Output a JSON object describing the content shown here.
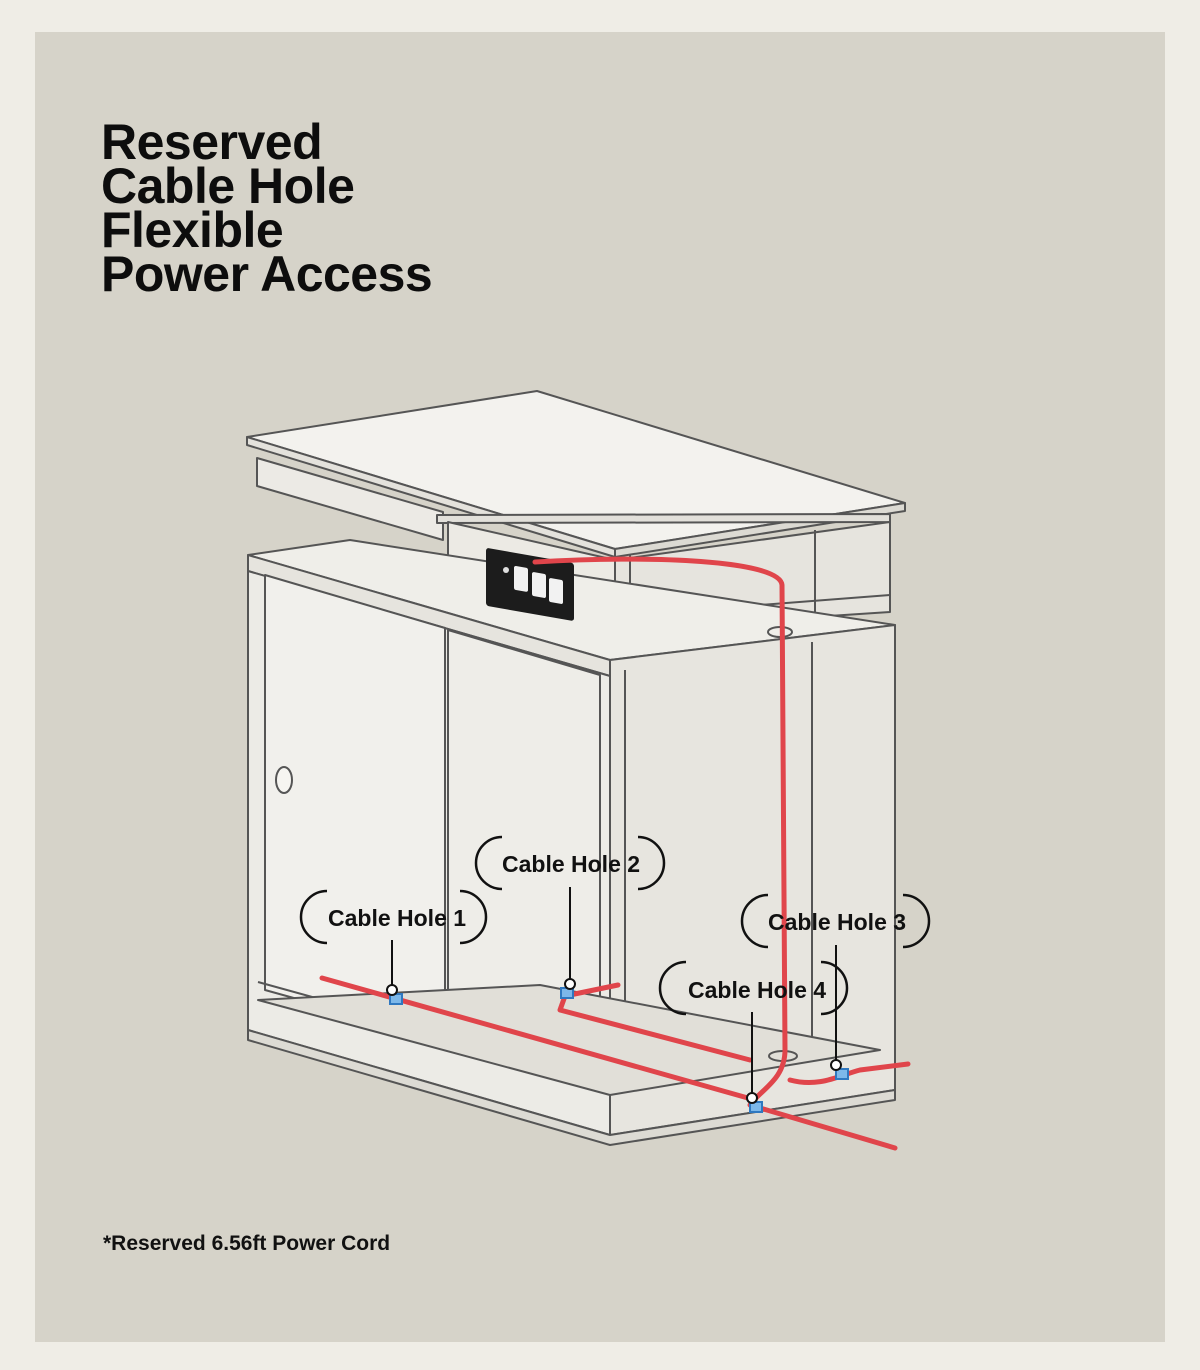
{
  "title": {
    "lines": [
      "Reserved",
      "Cable Hole",
      "Flexible",
      "Power Access"
    ]
  },
  "callouts": [
    {
      "label": "Cable Hole 1"
    },
    {
      "label": "Cable Hole 2"
    },
    {
      "label": "Cable Hole 3"
    },
    {
      "label": "Cable Hole 4"
    }
  ],
  "footnote": "*Reserved 6.56ft Power Cord",
  "colors": {
    "background": "#d6d3c9",
    "frame": "#efede6",
    "cable": "#e0454b",
    "grommet": "#3d8fd6",
    "line": "#555555"
  },
  "icons": {
    "power_strip": "power-outlet-strip-icon",
    "door_handle": "finger-pull-icon"
  }
}
